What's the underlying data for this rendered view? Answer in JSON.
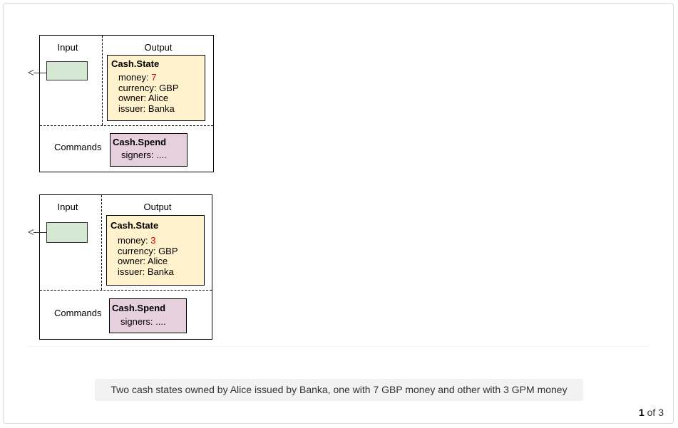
{
  "slides": [
    {
      "input_header": "Input",
      "output_header": "Output",
      "state": {
        "title": "Cash.State",
        "money_label": "money: ",
        "money_value": "7",
        "currency": "currency: GBP",
        "owner": "owner: Alice",
        "issuer": "issuer: Banka"
      },
      "commands_label": "Commands",
      "command": {
        "title": "Cash.Spend",
        "signers": "signers: ...."
      }
    },
    {
      "input_header": "Input",
      "output_header": "Output",
      "state": {
        "title": "Cash.State",
        "money_label": "money: ",
        "money_value": "3",
        "currency": "currency: GBP",
        "owner": "owner: Alice",
        "issuer": "issuer: Banka"
      },
      "commands_label": "Commands",
      "command": {
        "title": "Cash.Spend",
        "signers": "signers: ...."
      }
    }
  ],
  "caption": "Two cash states owned by Alice issued by Banka, one with 7 GBP money and other with 3 GPM money",
  "pager": {
    "current": "1",
    "separator": " of ",
    "total": "3"
  },
  "colors": {
    "input_fill": "#d5e8d4",
    "state_fill": "#fff2cc",
    "command_fill": "#e6d0de",
    "money_highlight": "#e00000"
  }
}
